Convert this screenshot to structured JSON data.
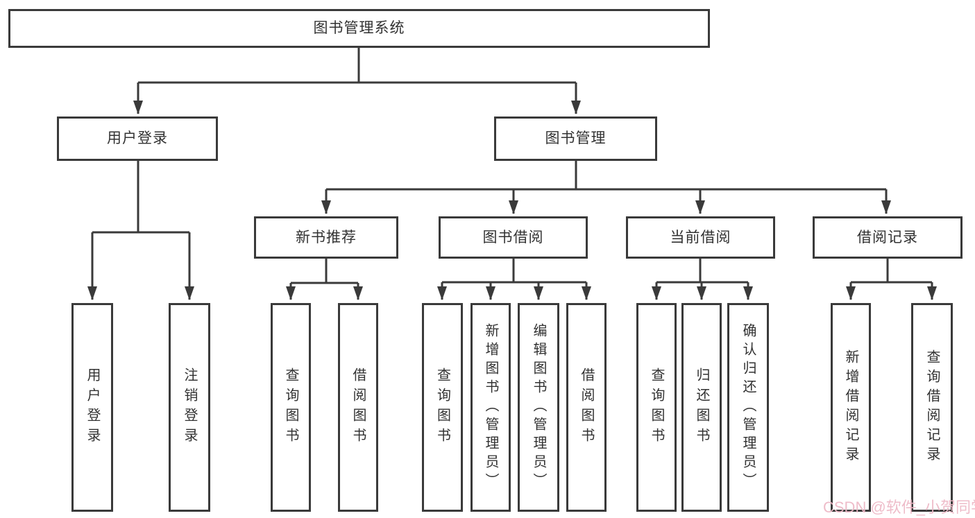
{
  "diagram": {
    "type": "tree",
    "nodes": {
      "root": "图书管理系统",
      "user_login": "用户登录",
      "book_mgmt": "图书管理",
      "new_rec": "新书推荐",
      "borrow": "图书借阅",
      "current": "当前借阅",
      "records": "借阅记录",
      "leaf_user_login": "用户登录",
      "leaf_logout": "注销登录",
      "rec_search": "查询图书",
      "rec_borrow": "借阅图书",
      "bor_search": "查询图书",
      "bor_add": "新增图书（管理员）",
      "bor_edit": "编辑图书（管理员）",
      "bor_borrow": "借阅图书",
      "cur_search": "查询图书",
      "cur_return": "归还图书",
      "cur_confirm": "确认归还（管理员）",
      "log_add": "新增借阅记录",
      "log_search": "查询借阅记录"
    },
    "edges": [
      [
        "图书管理系统",
        "用户登录"
      ],
      [
        "图书管理系统",
        "图书管理"
      ],
      [
        "用户登录",
        "用户登录"
      ],
      [
        "用户登录",
        "注销登录"
      ],
      [
        "图书管理",
        "新书推荐"
      ],
      [
        "图书管理",
        "图书借阅"
      ],
      [
        "图书管理",
        "当前借阅"
      ],
      [
        "图书管理",
        "借阅记录"
      ],
      [
        "新书推荐",
        "查询图书"
      ],
      [
        "新书推荐",
        "借阅图书"
      ],
      [
        "图书借阅",
        "查询图书"
      ],
      [
        "图书借阅",
        "新增图书（管理员）"
      ],
      [
        "图书借阅",
        "编辑图书（管理员）"
      ],
      [
        "图书借阅",
        "借阅图书"
      ],
      [
        "当前借阅",
        "查询图书"
      ],
      [
        "当前借阅",
        "归还图书"
      ],
      [
        "当前借阅",
        "确认归还（管理员）"
      ],
      [
        "借阅记录",
        "新增借阅记录"
      ],
      [
        "借阅记录",
        "查询借阅记录"
      ]
    ]
  },
  "watermark": "CSDN @软件_小贺同学",
  "colors": {
    "line": "#3a3a3a",
    "text": "#323232",
    "watermark": "#eeb9c7",
    "background": "#ffffff"
  }
}
